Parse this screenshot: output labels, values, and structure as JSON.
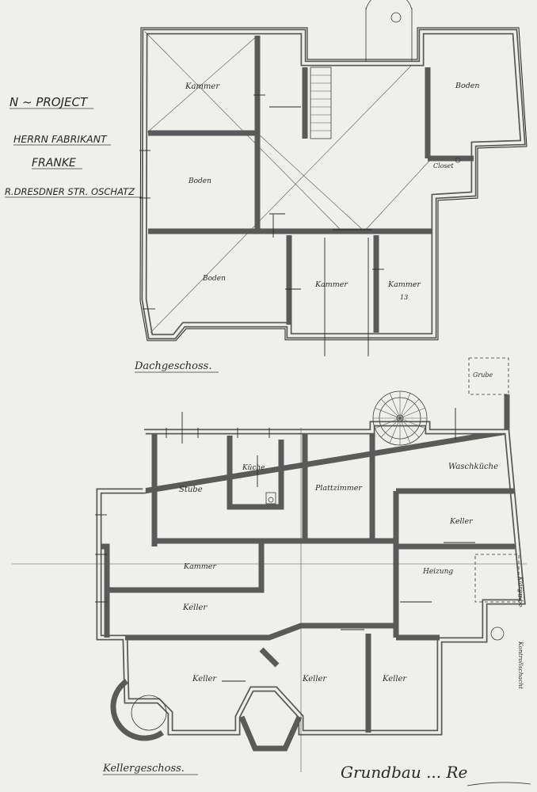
{
  "title_block": {
    "line1": "N ~ PROJECT",
    "line2": "HERRN FABRIKANT",
    "line3": "FRANKE",
    "line4": "R.DRESDNER STR. OSCHATZ"
  },
  "attic": {
    "heading": "Dachgeschoss.",
    "rooms": {
      "kammer_nw": "Kammer",
      "boden_w": "Boden",
      "boden_sw": "Boden",
      "kammer_s": "Kammer",
      "kammer_se": "Kammer",
      "kammer_se_num": "13",
      "boden_e": "Boden",
      "closet": "Closet"
    }
  },
  "cellar": {
    "heading": "Kellergeschoss.",
    "rooms": {
      "stube": "Stube",
      "kuche": "Küche",
      "plattzimmer": "Plattzimmer",
      "waschkuche": "Waschküche",
      "keller_e": "Keller",
      "kammer": "Kammer",
      "keller_w": "Keller",
      "heizung": "Heizung",
      "keller_sw": "Keller",
      "keller_s1": "Keller",
      "keller_s2": "Keller",
      "grube": "Grube",
      "klargrube": "Klärgrube",
      "kontrollschacht": "Kontrollschacht"
    }
  },
  "signature": "Grundbau ... Re"
}
